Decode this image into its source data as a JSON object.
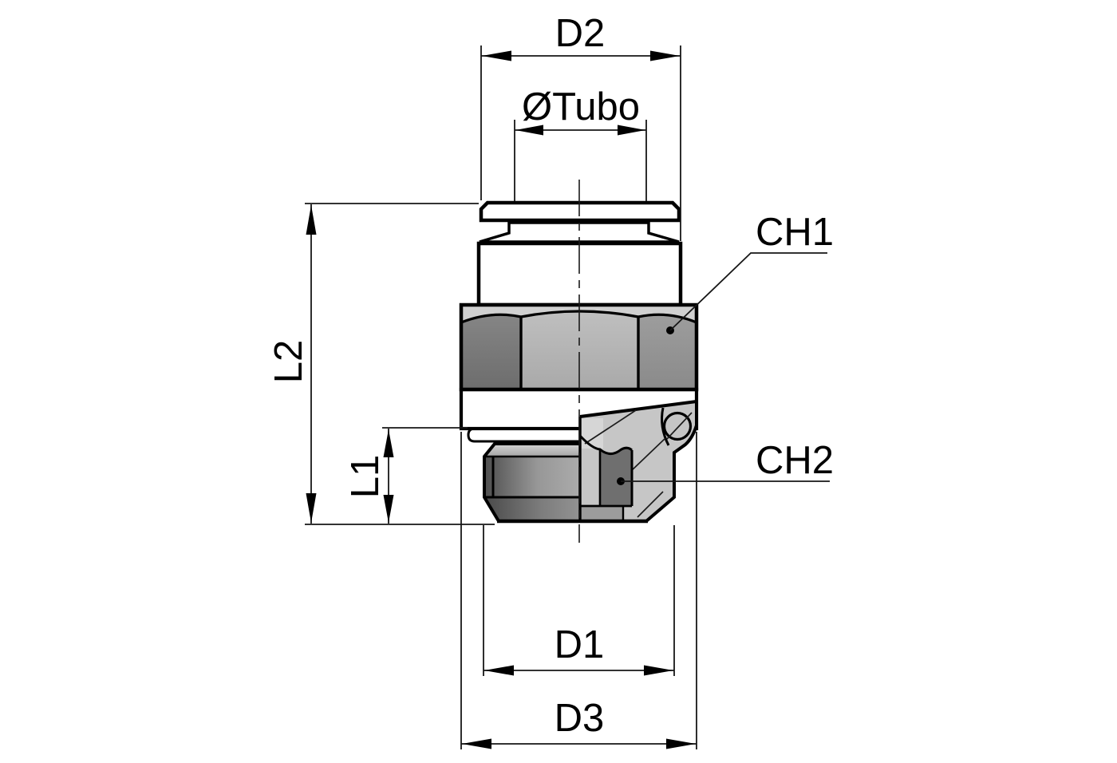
{
  "title": "Push-in pneumatic fitting technical drawing",
  "labels": {
    "d2": "D2",
    "tubo": "ØTubo",
    "ch1": "CH1",
    "ch2": "CH2",
    "l2": "L2",
    "l1": "L1",
    "d1": "D1",
    "d3": "D3"
  },
  "colors": {
    "background": "#ffffff",
    "line": "#000000",
    "seal_dark": "#2d3a46",
    "metal_light": "#c6c6c6",
    "metal_mid": "#9a9a9a",
    "metal_dark": "#4f4f4f"
  }
}
